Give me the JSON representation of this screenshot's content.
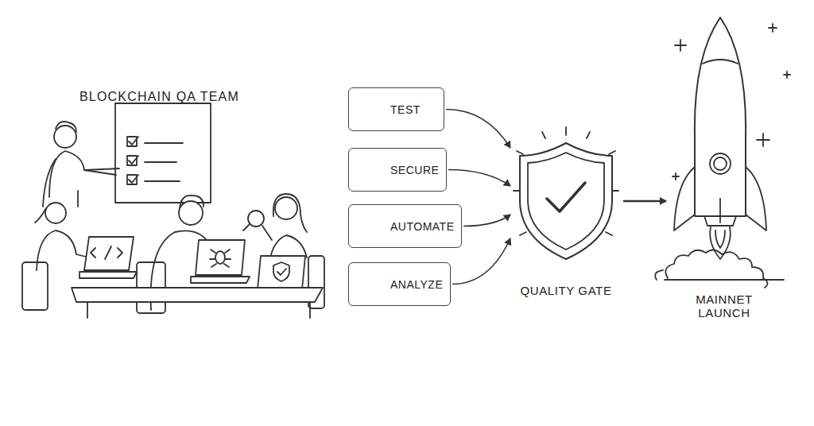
{
  "diagram": {
    "title": "BLOCKCHAIN QA TEAM",
    "nodes": [
      {
        "text": [
          "TEST"
        ]
      },
      {
        "text": [
          "SECURE"
        ]
      },
      {
        "text": [
          "AUTOMATE"
        ]
      },
      {
        "text": [
          "ANALYZE"
        ]
      },
      {
        "text": [
          "QUALITY GATE"
        ]
      },
      {
        "text": [
          "MAINNET LAUNCH"
        ]
      }
    ],
    "edges": [
      {
        "from": 0,
        "to": 4,
        "arrow": "to"
      },
      {
        "from": 1,
        "to": 4,
        "arrow": "to"
      },
      {
        "from": 2,
        "to": 4,
        "arrow": "to"
      },
      {
        "from": 3,
        "to": 4,
        "arrow": "to"
      },
      {
        "from": 4,
        "to": 5,
        "arrow": "to"
      }
    ]
  }
}
